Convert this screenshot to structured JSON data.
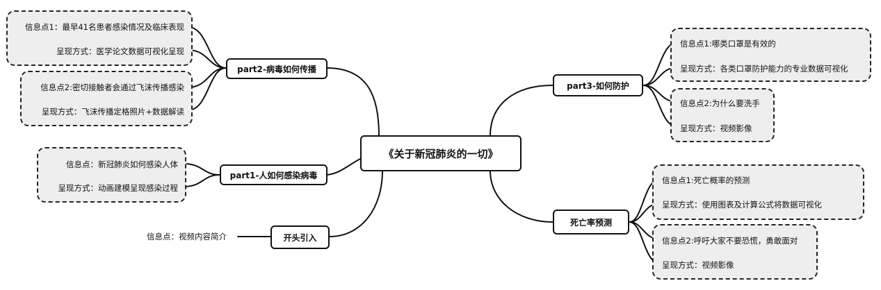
{
  "central": {
    "label": "《关于新冠肺炎的一切》"
  },
  "branches": {
    "part2": {
      "label": "part2-病毒如何传播",
      "groups": [
        [
          "信息点1：最早41名患者感染情况及临床表现",
          "呈现方式：医学论文数据可视化呈现"
        ],
        [
          "信息点2:密切接触者会通过飞沫传播感染",
          "呈现方式：飞沫传播定格照片+数据解读"
        ]
      ]
    },
    "part1": {
      "label": "part1-人如何感染病毒",
      "groups": [
        [
          "信息点：新冠肺炎如何感染人体",
          "呈现方式：动画建模呈现感染过程"
        ]
      ]
    },
    "intro": {
      "label": "开头引入",
      "items": [
        "信息点：视频内容简介"
      ]
    },
    "part3": {
      "label": "part3-如何防护",
      "groups": [
        [
          "信息点1:哪类口罩是有效的",
          "呈现方式：各类口罩防护能力的专业数据可视化"
        ],
        [
          "信息点2:为什么要洗手",
          "呈现方式：视频影像"
        ]
      ]
    },
    "death": {
      "label": "死亡率预测",
      "groups": [
        [
          "信息点1:死亡概率的预测",
          "呈现方式：使用图表及计算公式将数据可视化"
        ],
        [
          "信息点2:呼吁大家不要恐慌，勇敢面对",
          "呈现方式：视频影像"
        ]
      ]
    }
  }
}
